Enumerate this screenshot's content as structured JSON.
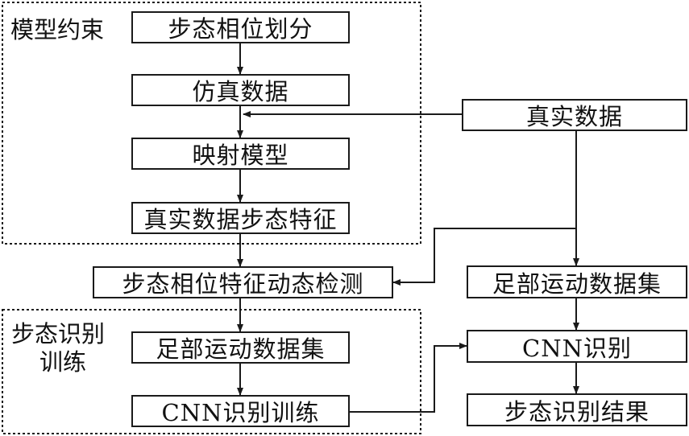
{
  "colors": {
    "stroke": "#1a1a1a",
    "text": "#111111",
    "background": "#ffffff"
  },
  "groups": {
    "model_constraint": {
      "label": "模型约束"
    },
    "gait_training": {
      "label_line1": "步态识别",
      "label_line2": "训练"
    }
  },
  "nodes": {
    "phase_division": "步态相位划分",
    "sim_data": "仿真数据",
    "mapping_model": "映射模型",
    "real_gait_features": "真实数据步态特征",
    "phase_feature_detection": "步态相位特征动态检测",
    "foot_dataset_left": "足部运动数据集",
    "cnn_training": "CNN识别训练",
    "real_data": "真实数据",
    "foot_dataset_right": "足部运动数据集",
    "cnn_recognition": "CNN识别",
    "gait_result": "步态识别结果"
  }
}
